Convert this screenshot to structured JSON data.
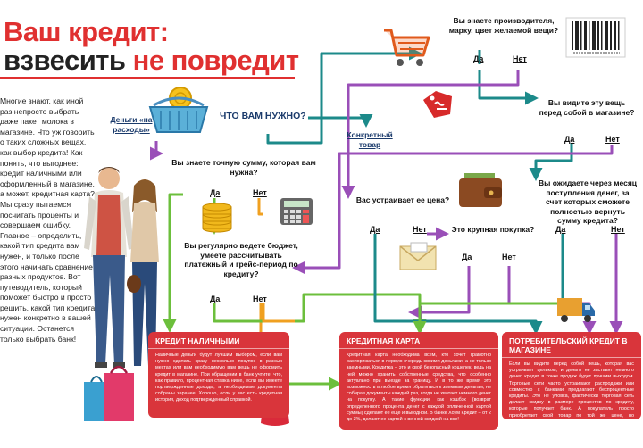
{
  "title": {
    "line1": "Ваш кредит:",
    "line2_a": "взвесить ",
    "line2_b": "не повредит"
  },
  "intro_text": "Многие знают, как иной раз непросто выбрать даже пакет молока в магазине. Что уж говорить о таких сложных вещах, как выбор кредита! Как понять, что выгоднее: кредит наличными или оформленный в магазине, а может, кредитная карта? Мы сразу пытаемся посчитать проценты и совершаем ошибку. Главное – определить, какой тип кредита вам нужен, и только после этого начинать сравнение разных продуктов. Вот путеводитель, который поможет быстро и просто решить, какой тип кредита нужен конкретно в вашей ситуации. Останется только выбрать банк!",
  "start_question": "ЧТО ВАМ НУЖНО?",
  "branch_money": "Деньги «на расходы»",
  "branch_item": "Конкретный товар",
  "yes": "Да",
  "no": "Нет",
  "questions": {
    "q_exact_sum": "Вы знаете точную сумму, которая вам нужна?",
    "q_budget": "Вы регулярно ведете бюджет, умеете рассчитывать платежный и грейс-период по кредиту?",
    "q_maker": "Вы знаете производителя, марку, цвет желаемой вещи?",
    "q_see_item": "Вы видите эту вещь перед собой в магазине?",
    "q_price_ok": "Вас устраивает ее цена?",
    "q_big_purchase": "Это крупная покупка?",
    "q_month_income": "Вы ожидаете через месяц поступления денег, за счет которых сможете полностью вернуть сумму кредита?"
  },
  "cards": {
    "cash": {
      "title": "КРЕДИТ НАЛИЧНЫМИ",
      "text": "Наличные деньги будут лучшим выбором, если вам нужно сделать сразу несколько покупок в разных местах или вам необходимую вам вещь не оформить кредит в магазине. При обращении в банк учтите, что, как правило, процентная ставка ниже, если вы имеете подтвержденные доходы, а необходимые документы собраны заранее. Хорошо, если у вас есть кредитная история, доход подтвержденный справкой."
    },
    "card": {
      "title": "КРЕДИТНАЯ КАРТА",
      "text": "Кредитная карта необходима всем, кто хочет грамотно распоряжаться в первую очередь своими деньгами, а не только заемными. Кредитка – это и свой безопасный кошелек, ведь на ней можно хранить собственные средства, что особенно актуально при выезде за границу. И в то же время это возможность в любое время обратиться к заемным деньгам, не собирая документы каждый раз, когда не хватает немного денег на покупку. А такие функции, как кэшбэк (возврат определенного процента денег с каждой оплаченной картой суммы) сделают ее еще и выгодной. В банке Хоум Кредит – от 2 до 3%, делают ее картой с вечной скидкой на все!"
    },
    "store": {
      "title": "ПОТРЕБИТЕЛЬСКИЙ КРЕДИТ В МАГАЗИНЕ",
      "text": "Если вы видите перед собой вещь, которая вас устраивает целиком, и деньги не заставят немного денег, кредит в точке продаж будет лучшим выходом. Торговые сети часто устраивают распродажи или совместно с банками предлагают беспроцентные кредиты. Это не уловка, фактически торговая сеть делает скидку в размере процентов по кредиту, которые получает банк. А покупатель просто приобретает свой товар по той же цене, но выплачивает деньги вместе постепенно, а не сразу."
    }
  },
  "colors": {
    "red": "#e03030",
    "card_red": "#d9353b",
    "arrow_teal": "#1c8a8a",
    "arrow_purple": "#9a4fb8",
    "arrow_green": "#6cbf3c",
    "arrow_orange": "#f0a020"
  },
  "icons": [
    "shopping-basket-icon",
    "shopping-cart-icon",
    "barcode-icon",
    "sale-tag-icon",
    "coins-icon",
    "calculator-icon",
    "wallet-icon",
    "envelope-icon",
    "shopping-bags-icon",
    "purse-icon",
    "truck-icon",
    "couple-illustration"
  ]
}
